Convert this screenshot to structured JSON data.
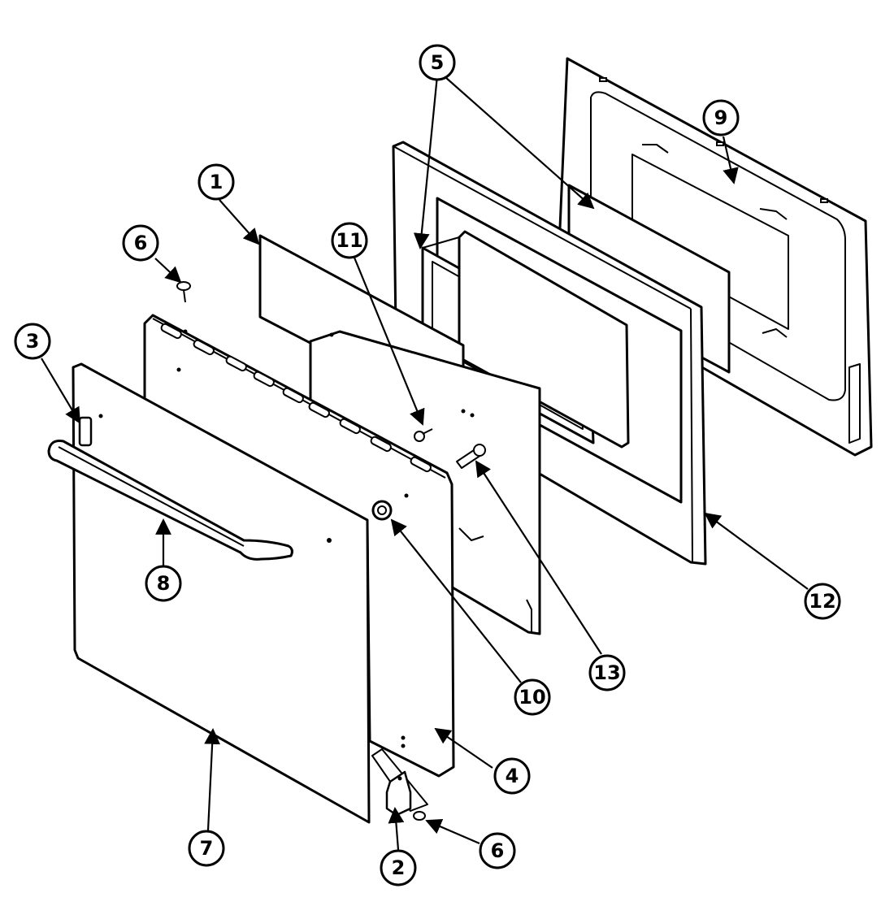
{
  "callouts": [
    {
      "id": "c1",
      "label": "1"
    },
    {
      "id": "c2",
      "label": "2"
    },
    {
      "id": "c3",
      "label": "3"
    },
    {
      "id": "c4",
      "label": "4"
    },
    {
      "id": "c5",
      "label": "5"
    },
    {
      "id": "c6a",
      "label": "6"
    },
    {
      "id": "c6b",
      "label": "6"
    },
    {
      "id": "c7",
      "label": "7"
    },
    {
      "id": "c8",
      "label": "8"
    },
    {
      "id": "c9",
      "label": "9"
    },
    {
      "id": "c10",
      "label": "10"
    },
    {
      "id": "c11",
      "label": "11"
    },
    {
      "id": "c12",
      "label": "12"
    },
    {
      "id": "c13",
      "label": "13"
    }
  ]
}
